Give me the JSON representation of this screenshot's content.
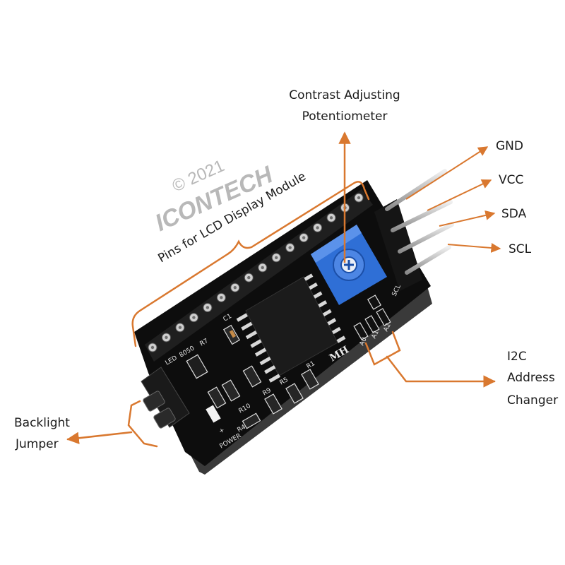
{
  "watermark": {
    "year": "© 2021",
    "brand": "ICONTECH"
  },
  "labels": {
    "pins_lcd": "Pins for LCD Display Module",
    "contrast_line1": "Contrast Adjusting",
    "contrast_line2": "Potentiometer",
    "gnd": "GND",
    "vcc": "VCC",
    "sda": "SDA",
    "scl": "SCL",
    "i2c_line1": "I2C",
    "i2c_line2": "Address",
    "i2c_line3": "Changer",
    "backlight_line1": "Backlight",
    "backlight_line2": "Jumper"
  },
  "board": {
    "brand_mark": "MH",
    "silk_led": "LED",
    "silk_8050": "8050",
    "silk_r7": "R7",
    "silk_c1": "C1",
    "silk_r1": "R1",
    "silk_r5": "R5",
    "silk_r9": "R9",
    "silk_r10": "R10",
    "silk_r4": "R4",
    "silk_power": "POWER",
    "silk_a0": "A0",
    "silk_a1": "A1",
    "silk_a2": "A2",
    "silk_scl": "SCL",
    "silk_plus": "+"
  },
  "colors": {
    "arrow": "#d9782f",
    "board": "#0d0d0d",
    "pot": "#2f6fd6",
    "pins": "#c9c9c9"
  }
}
